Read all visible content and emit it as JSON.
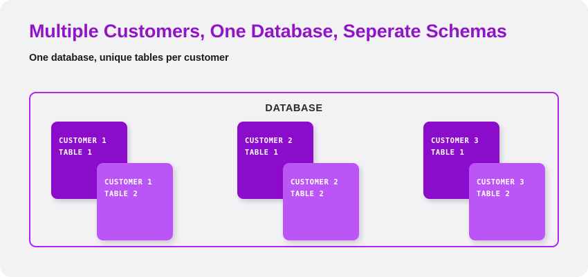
{
  "header": {
    "title": "Multiple Customers, One Database, Seperate Schemas",
    "subtitle": "One database, unique tables per customer"
  },
  "diagram": {
    "container_label": "DATABASE",
    "colors": {
      "page_background": "#f2f2f5",
      "title": "#9115c7",
      "subtitle": "#1a1a1a",
      "container_border": "#b026f0",
      "card_dark": "#8c0ccc",
      "card_light": "#bb55f5",
      "card_text": "#ffffff"
    },
    "groups": [
      {
        "id": "customer-1",
        "back_card": {
          "line1": "CUSTOMER 1",
          "line2": "TABLE 1"
        },
        "front_card": {
          "line1": "CUSTOMER 1",
          "line2": "TABLE 2"
        }
      },
      {
        "id": "customer-2",
        "back_card": {
          "line1": "CUSTOMER 2",
          "line2": "TABLE 1"
        },
        "front_card": {
          "line1": "CUSTOMER 2",
          "line2": "TABLE 2"
        }
      },
      {
        "id": "customer-3",
        "back_card": {
          "line1": "CUSTOMER 3",
          "line2": "TABLE 1"
        },
        "front_card": {
          "line1": "CUSTOMER 3",
          "line2": "TABLE 2"
        }
      }
    ]
  }
}
